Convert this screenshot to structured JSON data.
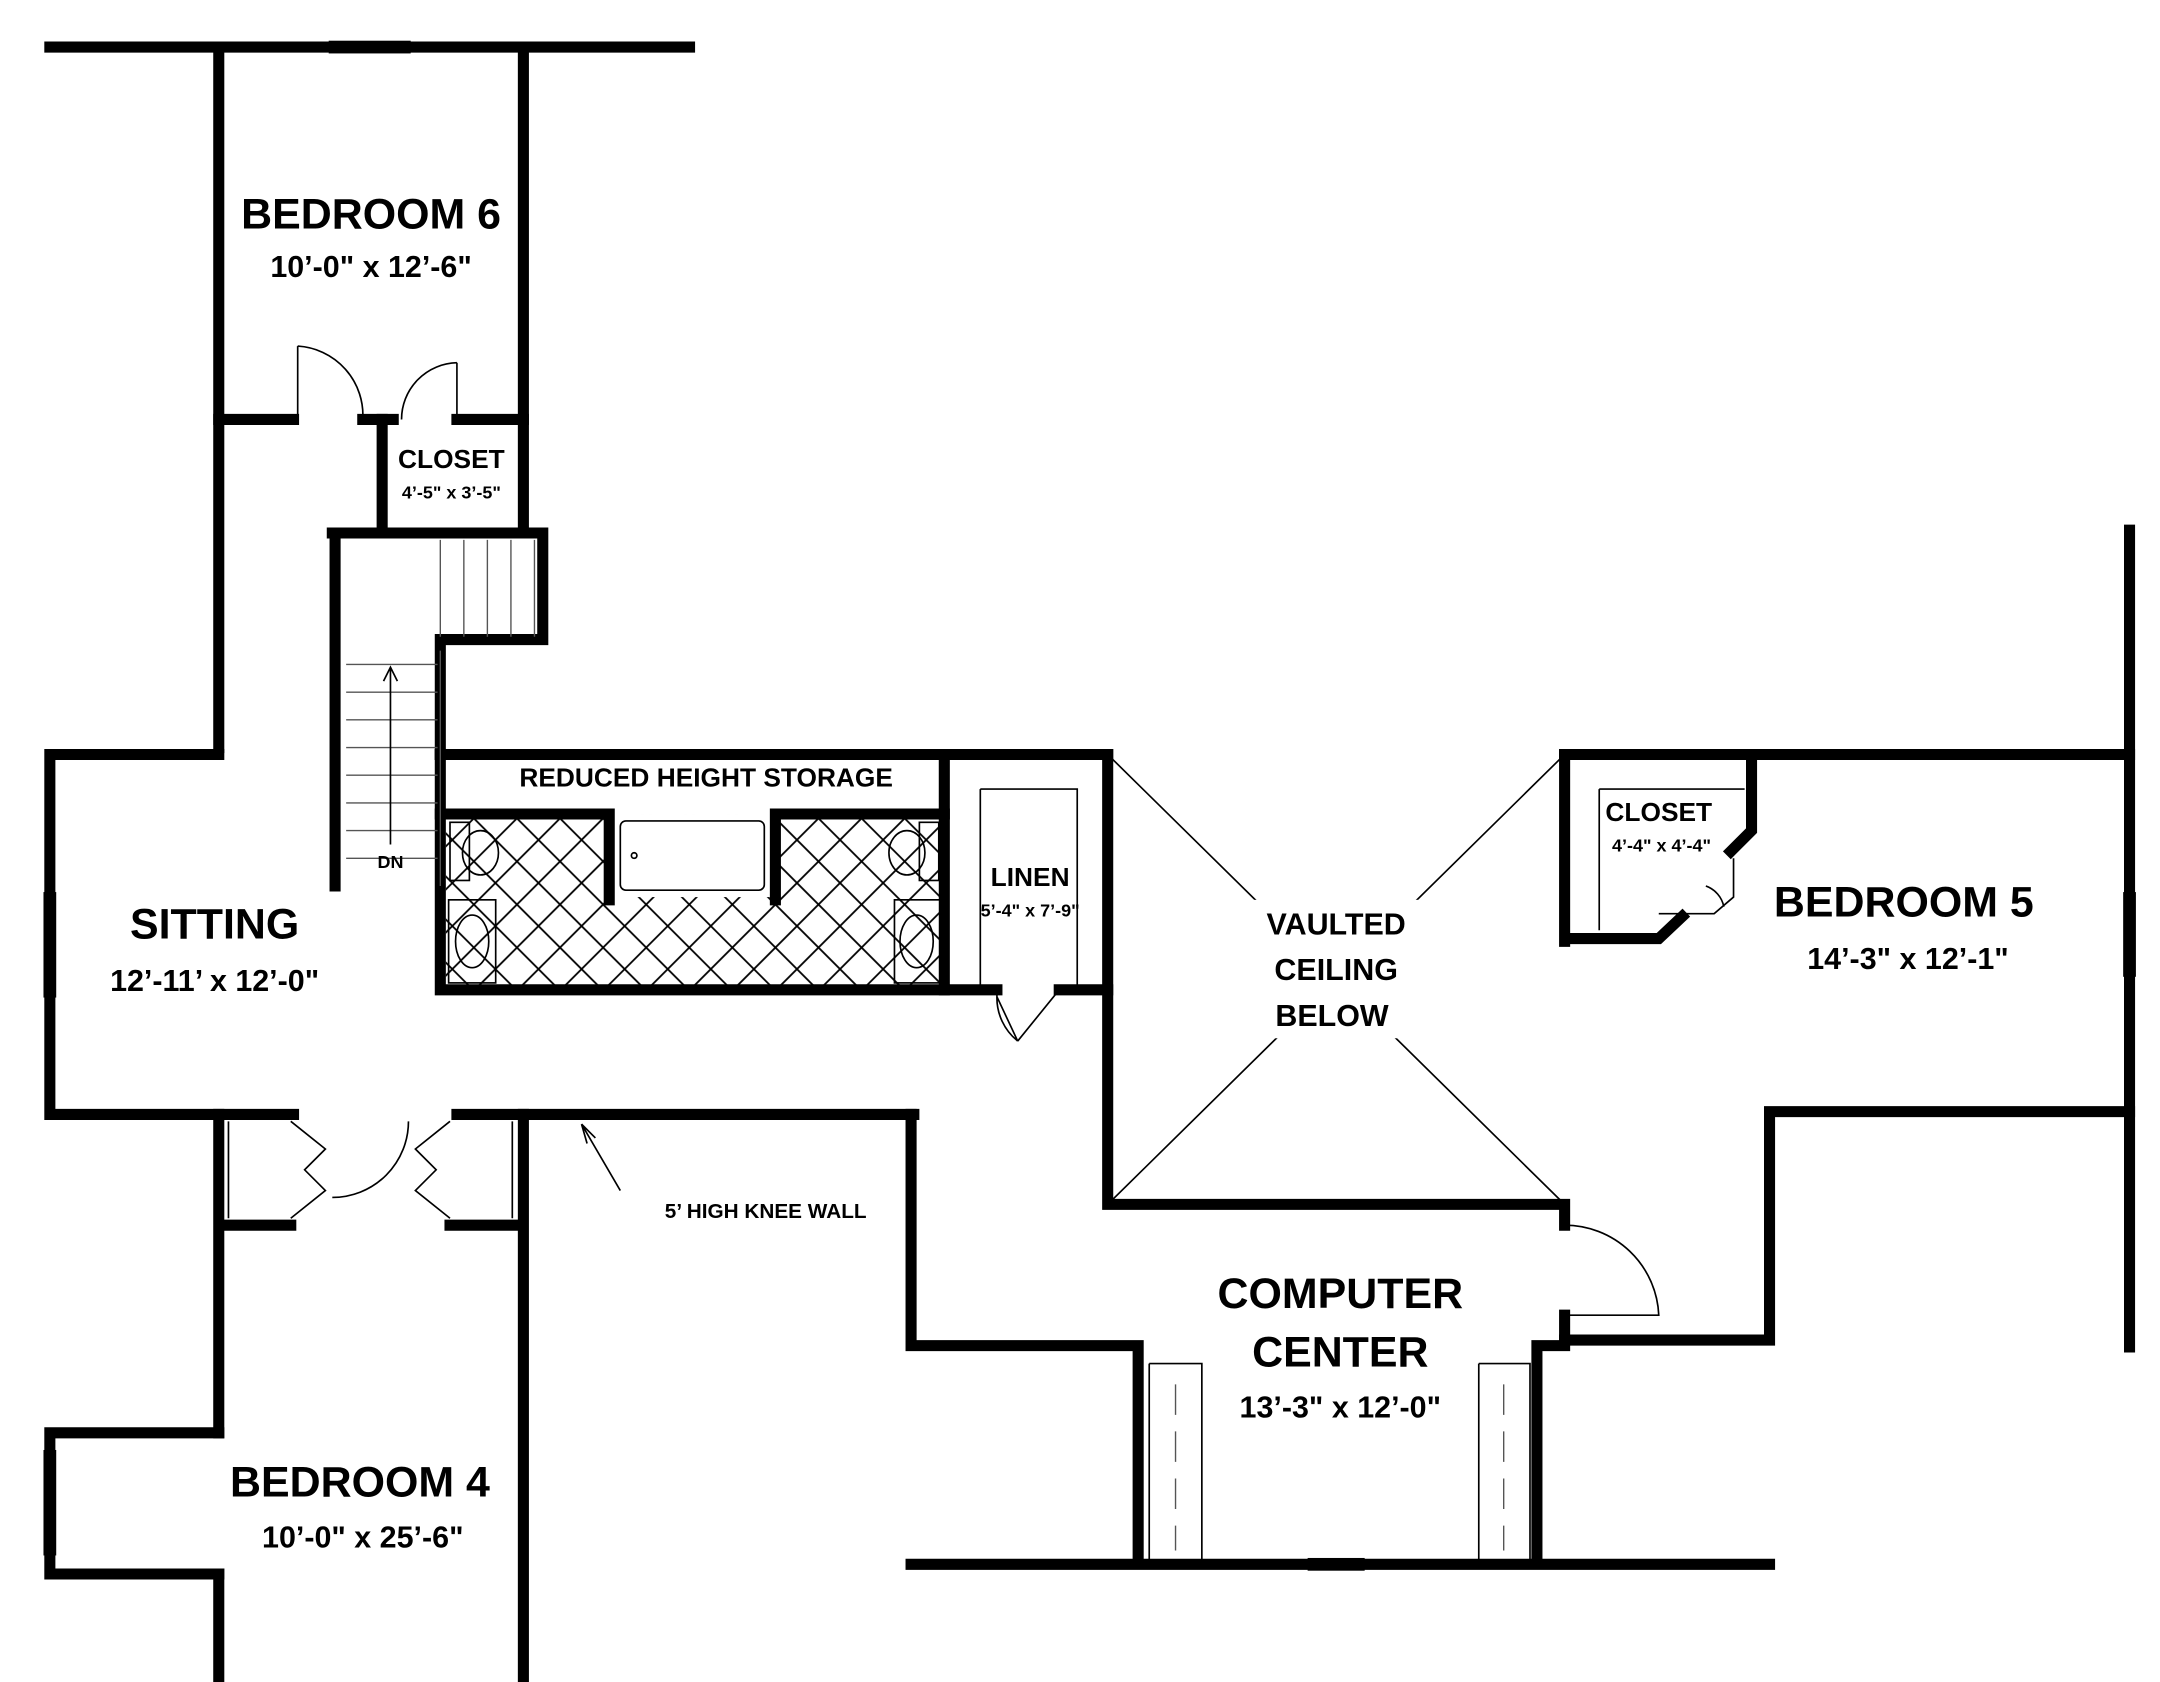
{
  "rooms": {
    "bedroom6": {
      "name": "BEDROOM 6",
      "size": "10’-0\" x 12’-6\""
    },
    "closet6": {
      "name": "CLOSET",
      "size": "4’-5\" x 3’-5\""
    },
    "sitting": {
      "name": "SITTING",
      "size": "12’-11’ x 12’-0\""
    },
    "storage": {
      "name": "REDUCED HEIGHT STORAGE"
    },
    "linen": {
      "name": "LINEN",
      "size": "5’-4\" x 7’-9\""
    },
    "vaulted": {
      "line1": "VAULTED",
      "line2": "CEILING",
      "line3": "BELOW"
    },
    "closet5": {
      "name": "CLOSET",
      "size": "4’-4\" x 4’-4\""
    },
    "bedroom5": {
      "name": "BEDROOM 5",
      "size": "14’-3\" x 12’-1\""
    },
    "computer": {
      "line1": "COMPUTER",
      "line2": "CENTER",
      "size": "13’-3\" x 12’-0\""
    },
    "bedroom4": {
      "name": "BEDROOM 4",
      "size": "10’-0\" x 25’-6\""
    }
  },
  "annotations": {
    "stairs": "DN",
    "knee_wall": "5’ HIGH KNEE WALL"
  }
}
